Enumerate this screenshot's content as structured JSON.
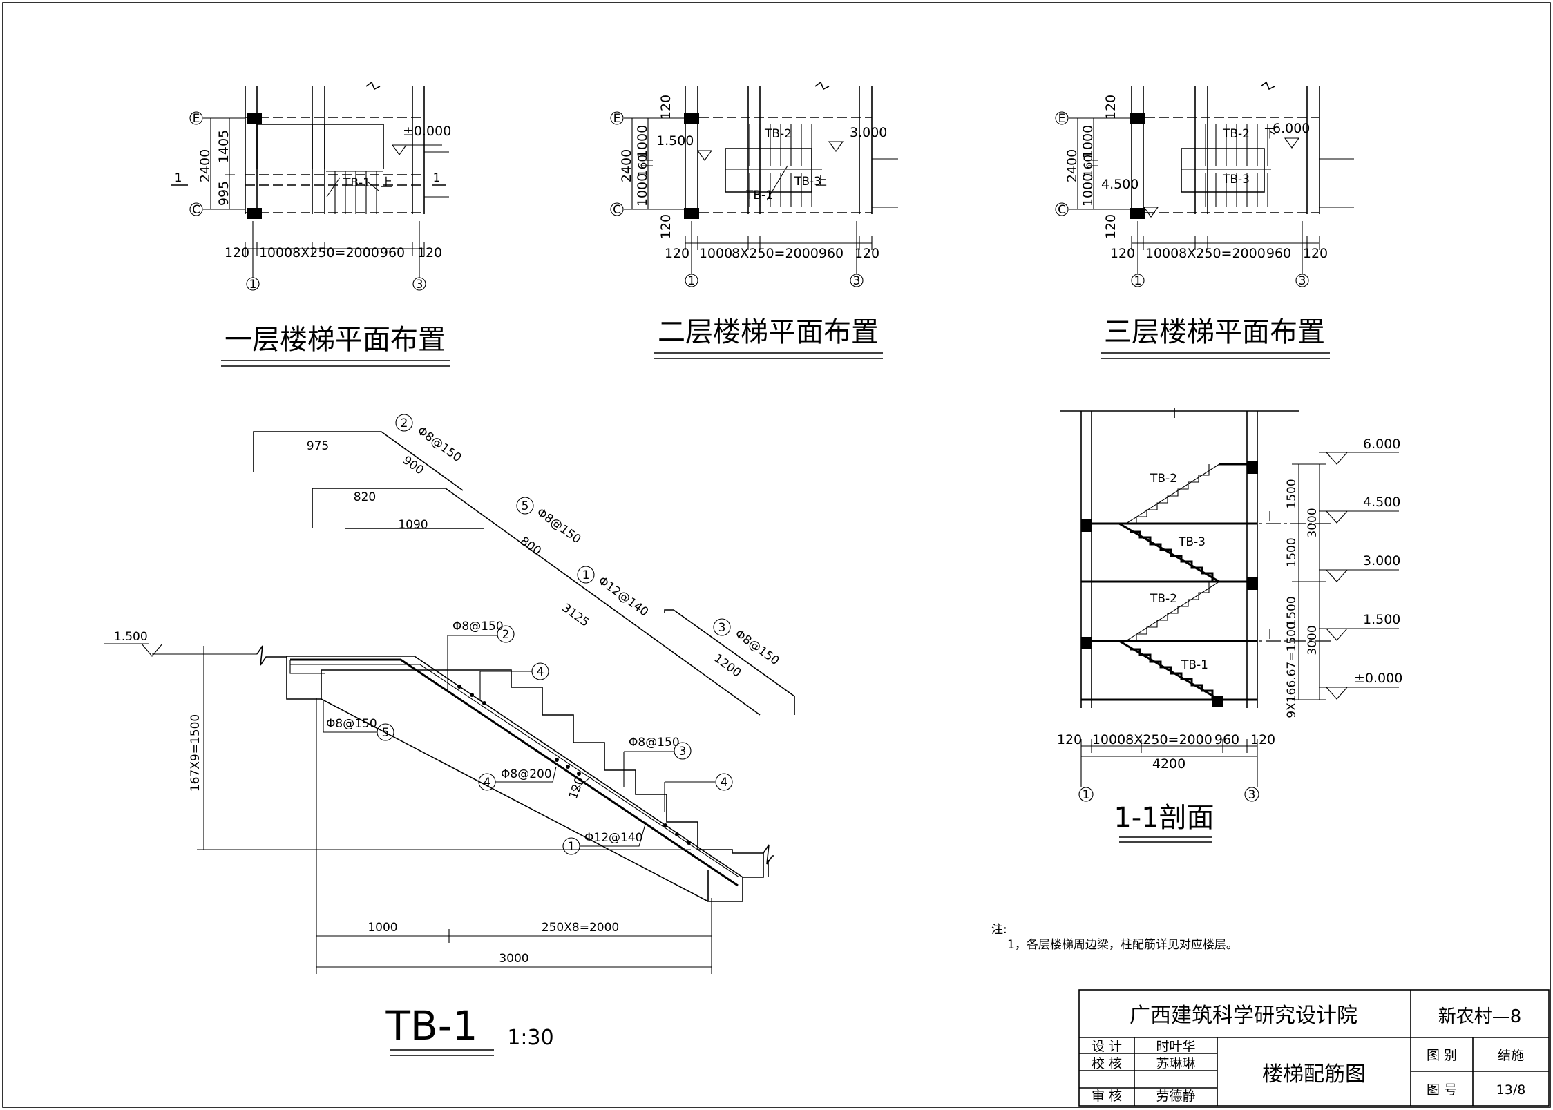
{
  "plans": {
    "first": {
      "title": "一层楼梯平面布置",
      "axis_e": "E",
      "axis_c": "C",
      "axis_1": "1",
      "axis_3": "3",
      "dim_2400": "2400",
      "dim_1405": "1405",
      "dim_995": "995",
      "elev": "±0.000",
      "label_tb1": "TB-1",
      "up": "上",
      "cut_left": "1",
      "cut_right": "1",
      "dims_bottom": [
        "120",
        "1000",
        "8X250=2000",
        "960",
        "120"
      ]
    },
    "second": {
      "title": "二层楼梯平面布置",
      "axis_e": "E",
      "axis_c": "C",
      "axis_1": "1",
      "axis_3": "3",
      "dim_2400": "2400",
      "dim_1000a": "1000",
      "dim_160": "160",
      "dim_1000b": "1000",
      "dim_120_top": "120",
      "dim_120_bot": "120",
      "elev_left": "1.500",
      "elev_right": "3.000",
      "label_tb2": "TB-2",
      "label_tb3": "TB-3",
      "label_tb1": "TB-1",
      "up": "上",
      "dims_bottom": [
        "120",
        "1000",
        "8X250=2000",
        "960",
        "120"
      ]
    },
    "third": {
      "title": "三层楼梯平面布置",
      "axis_e": "E",
      "axis_c": "C",
      "axis_1": "1",
      "axis_3": "3",
      "dim_2400": "2400",
      "dim_1000a": "1000",
      "dim_160": "160",
      "dim_1000b": "1000",
      "dim_120_top": "120",
      "dim_120_bot": "120",
      "elev_left": "4.500",
      "elev_right": "6.000",
      "label_tb2": "TB-2",
      "label_tb3": "TB-3",
      "down": "下",
      "dims_bottom": [
        "120",
        "1000",
        "8X250=2000",
        "960",
        "120"
      ]
    }
  },
  "rebar_list": {
    "r2": {
      "num": "2",
      "spec": "Φ8@150",
      "len_a": "975",
      "len_b": "900"
    },
    "r5": {
      "num": "5",
      "spec": "Φ8@150",
      "len_a": "820",
      "len_b": "1090",
      "len_c": "800"
    },
    "r1": {
      "num": "1",
      "spec": "Φ12@140",
      "len": "3125"
    },
    "r3": {
      "num": "3",
      "spec": "Φ8@150",
      "len": "1200"
    }
  },
  "tb1": {
    "elev": "1.500",
    "height_dim": "167X9=1500",
    "t_120": "120",
    "call_2": {
      "spec": "Φ8@150",
      "num": "2"
    },
    "call_4a": {
      "num": "4"
    },
    "call_5": {
      "spec": "Φ8@150",
      "num": "5"
    },
    "call_4b": {
      "spec": "Φ8@200",
      "num": "4"
    },
    "call_3": {
      "spec": "Φ8@150",
      "num": "3"
    },
    "call_4c": {
      "num": "4"
    },
    "call_1": {
      "spec": "Φ12@140",
      "num": "1"
    },
    "dim_1000": "1000",
    "dim_2000": "250X8=2000",
    "dim_3000": "3000",
    "title": "TB-1",
    "scale": "1:30"
  },
  "section": {
    "title": "1-1剖面",
    "elevs": [
      "6.000",
      "4.500",
      "3.000",
      "1.500",
      "±0.000"
    ],
    "labels": [
      "TB-2",
      "TB-3",
      "TB-2",
      "TB-1"
    ],
    "vdims": [
      "1500",
      "3000",
      "1500",
      "1500",
      "3000",
      "9X166.67=1500"
    ],
    "dims_bottom": [
      "120",
      "1000",
      "8X250=2000",
      "960",
      "120"
    ],
    "dim_total": "4200",
    "axis_1": "1",
    "axis_3": "3"
  },
  "note": {
    "head": "注:",
    "line1": "1，各层楼梯周边梁，柱配筋详见对应楼层。"
  },
  "title_block": {
    "institute": "广西建筑科学研究设计院",
    "project": "新农村—8",
    "drawing_name": "楼梯配筋图",
    "row_design": {
      "label": "设 计",
      "name": "时叶华"
    },
    "row_check": {
      "label": "校 核",
      "name": "苏琳琳"
    },
    "row_review": {
      "label": "审 核",
      "name": "劳德静"
    },
    "cat_label": "图 别",
    "cat_value": "结施",
    "no_label": "图 号",
    "no_value": "13/8"
  }
}
